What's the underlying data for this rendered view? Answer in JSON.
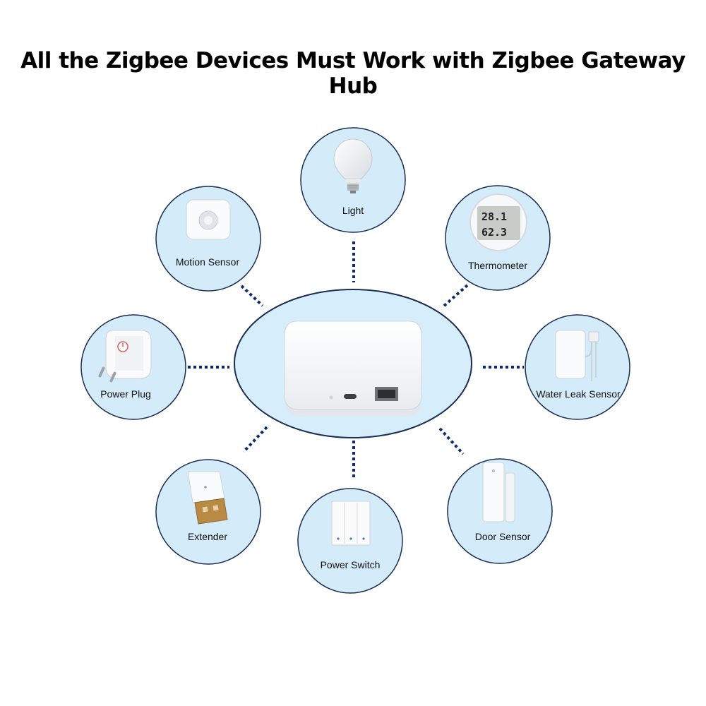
{
  "title": "All the Zigbee Devices Must Work with Zigbee Gateway Hub",
  "colors": {
    "circle_fill": "#d4ecfa",
    "circle_stroke": "#1a2d55",
    "connector": "#0d2a6e",
    "hub_fill": "#d6eefb"
  },
  "hub": {
    "icon": "gateway-hub-icon"
  },
  "devices": [
    {
      "key": "light",
      "label": "Light",
      "icon": "light-bulb-icon"
    },
    {
      "key": "motion",
      "label": "Motion Sensor",
      "icon": "motion-sensor-icon"
    },
    {
      "key": "thermo",
      "label": "Thermometer",
      "icon": "thermometer-icon",
      "display": [
        "28.1",
        "62.3"
      ]
    },
    {
      "key": "plug",
      "label": "Power Plug",
      "icon": "power-plug-icon"
    },
    {
      "key": "leak",
      "label": "Water Leak Sensor",
      "icon": "water-leak-sensor-icon"
    },
    {
      "key": "extender",
      "label": "Extender",
      "icon": "usb-extender-icon"
    },
    {
      "key": "switch",
      "label": "Power Switch",
      "icon": "wall-switch-icon"
    },
    {
      "key": "door",
      "label": "Door Sensor",
      "icon": "door-sensor-icon"
    }
  ]
}
